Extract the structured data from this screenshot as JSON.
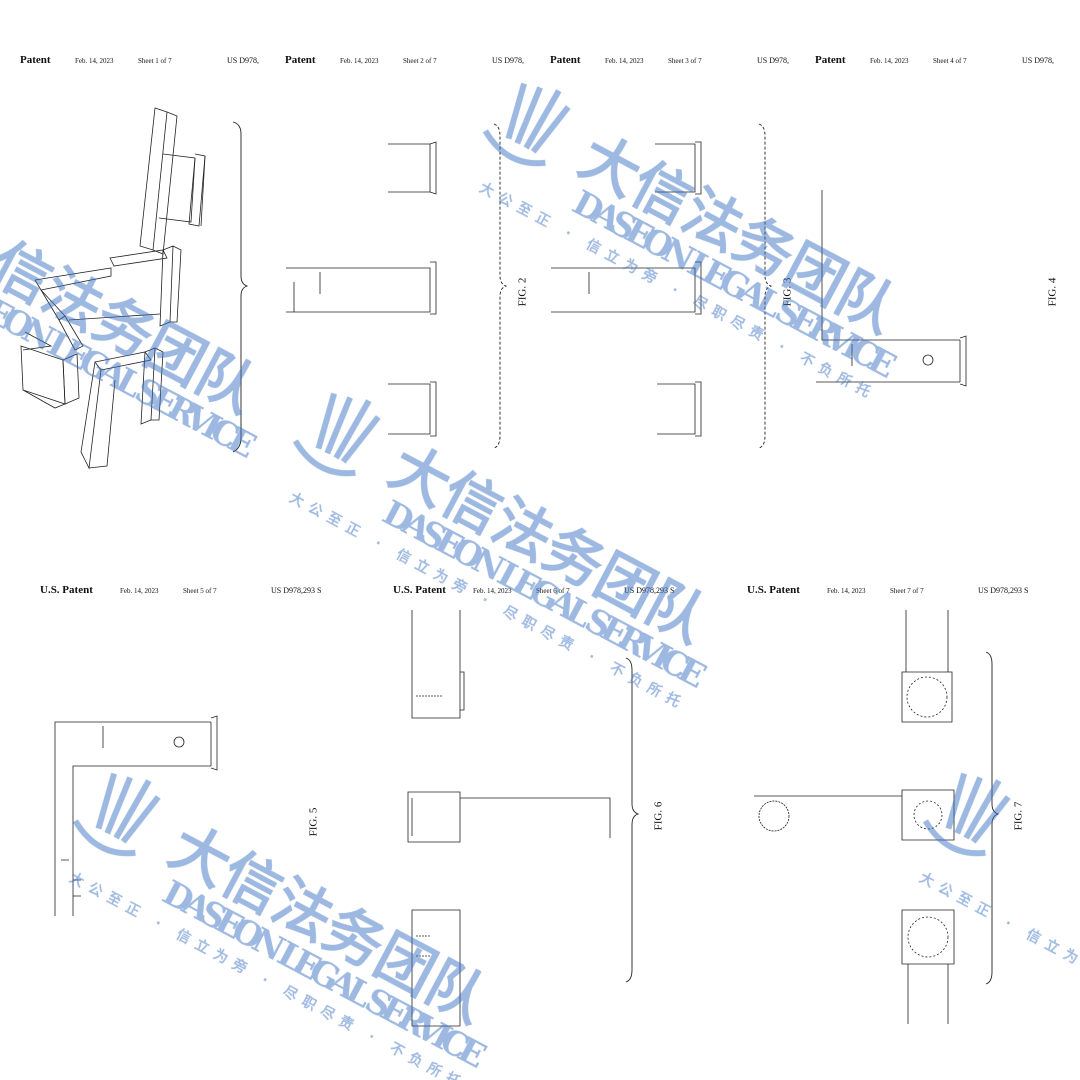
{
  "sheets": [
    {
      "patent": "Patent",
      "date": "Feb. 14, 2023",
      "sheet": "Sheet 1 of 7",
      "number": "US D978,"
    },
    {
      "patent": "Patent",
      "date": "Feb. 14, 2023",
      "sheet": "Sheet 2 of 7",
      "number": "US D978,",
      "fig": "FIG. 2"
    },
    {
      "patent": "Patent",
      "date": "Feb. 14, 2023",
      "sheet": "Sheet 3 of 7",
      "number": "US D978,",
      "fig": "FIG. 3"
    },
    {
      "patent": "Patent",
      "date": "Feb. 14, 2023",
      "sheet": "Sheet 4 of 7",
      "number": "US D978,",
      "fig": "FIG. 4"
    },
    {
      "patent": "U.S. Patent",
      "date": "Feb. 14, 2023",
      "sheet": "Sheet 5 of 7",
      "number": "US D978,293 S",
      "fig": "FIG. 5"
    },
    {
      "patent": "U.S. Patent",
      "date": "Feb. 14, 2023",
      "sheet": "Sheet 6 of 7",
      "number": "US D978,293 S",
      "fig": "FIG. 6"
    },
    {
      "patent": "U.S. Patent",
      "date": "Feb. 14, 2023",
      "sheet": "Sheet 7 of 7",
      "number": "US D978,293 S",
      "fig": "FIG. 7"
    }
  ],
  "watermark": {
    "cn_title": "大信法务团队",
    "en_title": "DASEON LEGAL SERVICE",
    "slogan": "大公至正 · 信立为旁 · 尽职尽责 · 不负所托",
    "color": "#3d73c2"
  }
}
